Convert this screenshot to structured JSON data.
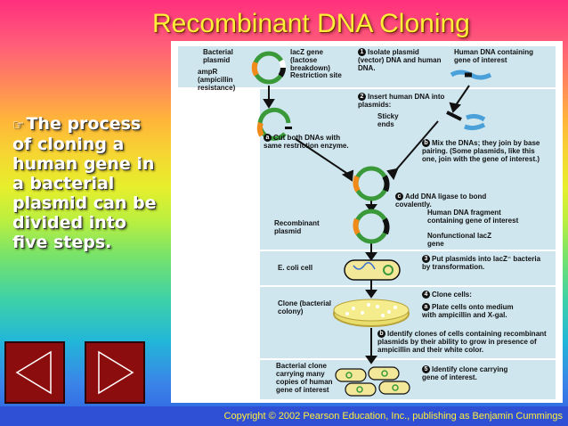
{
  "slide": {
    "title": "Recombinant DNA Cloning",
    "bullet_icon": "pointing-hand-icon",
    "bullet_text": "The process of cloning a human gene in a bacterial plasmid can be divided into five steps.",
    "copyright": "Copyright © 2002 Pearson Education, Inc., publishing as Benjamin Cummings"
  },
  "nav": {
    "prev_icon": "left-triangle-icon",
    "next_icon": "right-triangle-icon"
  },
  "figure": {
    "bacterial_plasmid": "Bacterial plasmid",
    "lacz_gene": "lacZ gene (lactose breakdown)",
    "ampr": "ampR (ampicillin resistance)",
    "restriction_site": "Restriction site",
    "step1_num": "1",
    "step1": "Isolate plasmid (vector) DNA and human DNA.",
    "human_dna": "Human DNA containing gene of interest",
    "step2_num": "2",
    "step2": "Insert human DNA into plasmids:",
    "sticky_ends": "Sticky ends",
    "step2a_num": "a",
    "step2a": "Cut both DNAs with same restriction enzyme.",
    "step2b_num": "b",
    "step2b": "Mix the DNAs; they join by base pairing. (Some plasmids, like this one, join with the gene of interest.)",
    "step2c_num": "c",
    "step2c": "Add DNA ligase to bond covalently.",
    "recombinant_plasmid": "Recombinant plasmid",
    "human_fragment": "Human DNA fragment containing gene of interest",
    "nonfunctional_lacz": "Nonfunctional lacZ gene",
    "ecoli": "E. coli cell",
    "step3_num": "3",
    "step3": "Put plasmids into lacZ⁻ bacteria by transformation.",
    "clone": "Clone (bacterial colony)",
    "step4_num": "4",
    "step4": "Clone cells:",
    "step4a_num": "a",
    "step4a": "Plate cells onto medium with ampicillin and X-gal.",
    "step4b_num": "b",
    "step4b": "Identify clones of cells containing recombinant plasmids by their ability to grow in presence of ampicillin and their white color.",
    "bacterial_clone": "Bacterial clone carrying many copies of human gene of interest",
    "step5_num": "5",
    "step5": "Identify clone carrying gene of interest."
  },
  "colors": {
    "title": "#ffef3a",
    "nav_button": "#8b0d0d",
    "panel": "#cfe6ef",
    "plasmid_green": "#3a9a3a",
    "amp_orange": "#f08a1a",
    "footer": "#2f4fd4"
  }
}
